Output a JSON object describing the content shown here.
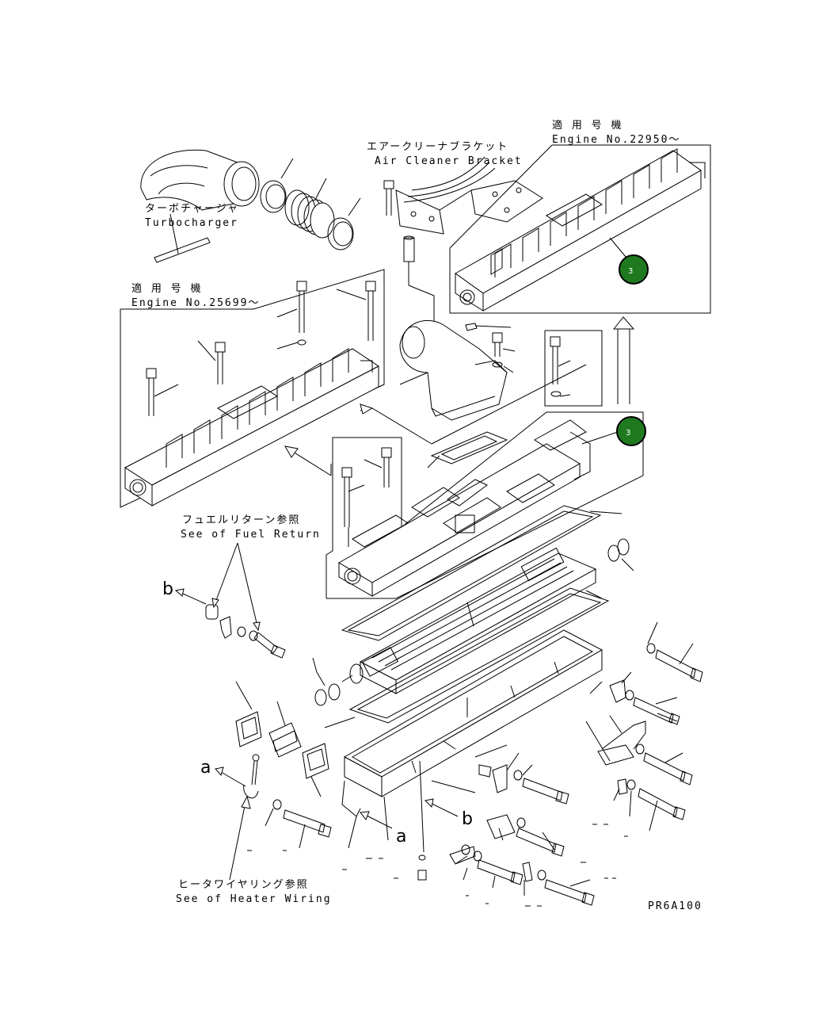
{
  "labels": {
    "engine_box_top_jp": "適 用 号 機",
    "engine_box_top_en": "Engine No.22950～",
    "engine_box_left_jp": "適 用 号 機",
    "engine_box_left_en": "Engine No.25699～",
    "air_cleaner_jp": "エアークリーナブラケット",
    "air_cleaner_en": "Air Cleaner Bracket",
    "turbo_jp": "ターボチャージャ",
    "turbo_en": "Turbocharger",
    "fuel_return_jp": "フュエルリターン参照",
    "fuel_return_en": "See of Fuel Return",
    "heater_jp": "ヒータワイヤリング参照",
    "heater_en": "See of Heater Wiring",
    "figure_code": "PR6A100",
    "ref_b_1": "b",
    "ref_b_2": "b",
    "ref_a_1": "a",
    "ref_a_2": "a"
  },
  "callouts": [
    {
      "number": "3",
      "color": "#1f7a1f"
    },
    {
      "number": "3",
      "color": "#1f7a1f"
    }
  ]
}
